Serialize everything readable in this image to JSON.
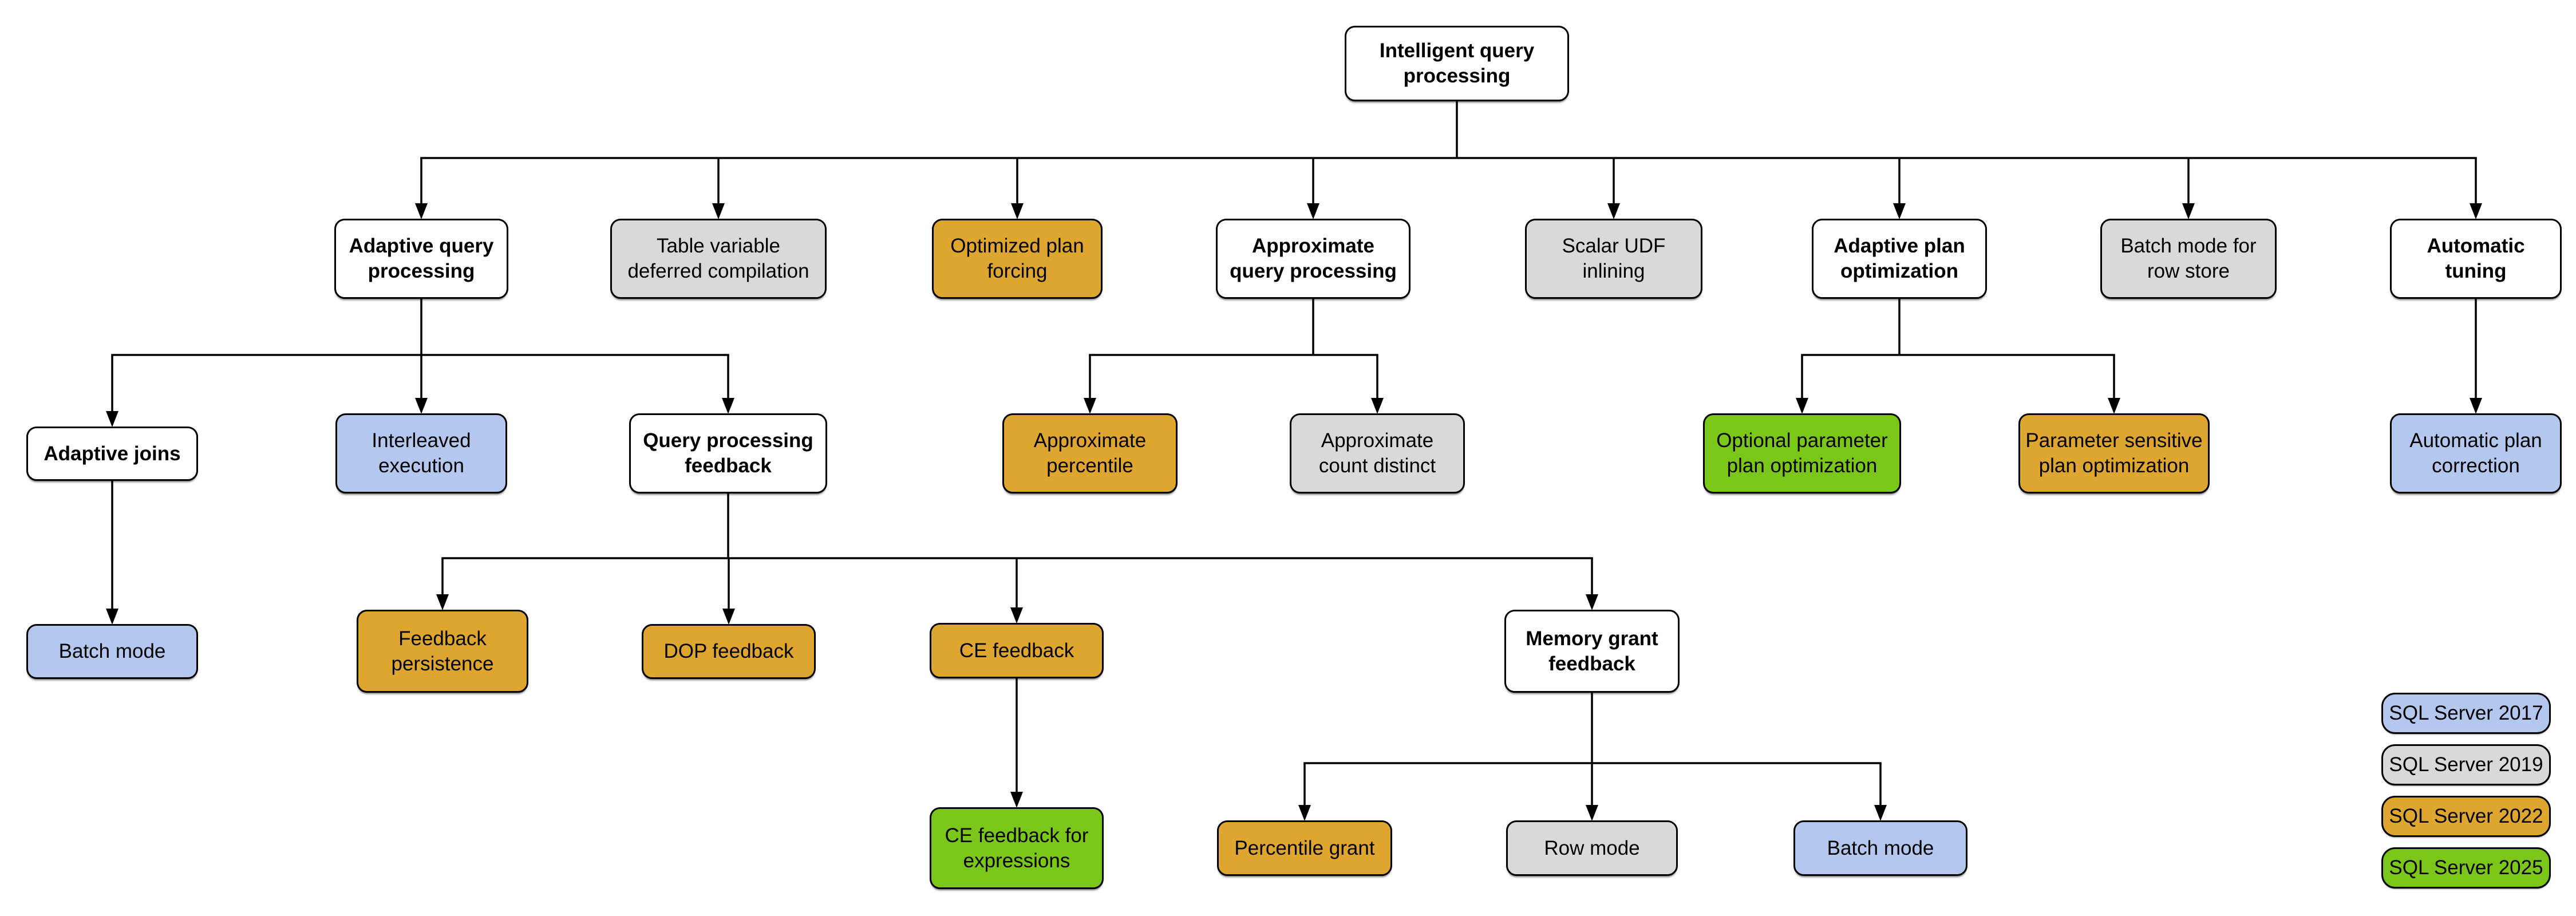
{
  "diagram": {
    "colors": {
      "parent": "#FFFFFF",
      "sql2017": "#B4C7EF",
      "sql2019": "#D9D9D9",
      "sql2022": "#DEA62F",
      "sql2025": "#7AC719",
      "line": "#000000"
    },
    "nodes": [
      {
        "id": "intelligent-query-processing",
        "label": "Intelligent query\nprocessing",
        "variant": "parent"
      },
      {
        "id": "adaptive-query-processing",
        "label": "Adaptive query\nprocessing",
        "variant": "parent"
      },
      {
        "id": "table-variable-deferred-compilation",
        "label": "Table variable\ndeferred compilation",
        "variant": "sql2019"
      },
      {
        "id": "optimized-plan-forcing",
        "label": "Optimized plan\nforcing",
        "variant": "sql2022"
      },
      {
        "id": "approximate-query-processing",
        "label": "Approximate\nquery processing",
        "variant": "parent"
      },
      {
        "id": "scalar-udf-inlining",
        "label": "Scalar UDF\ninlining",
        "variant": "sql2019"
      },
      {
        "id": "adaptive-plan-optimization",
        "label": "Adaptive plan\noptimization",
        "variant": "parent"
      },
      {
        "id": "batch-mode-for-row-store",
        "label": "Batch mode for\nrow store",
        "variant": "sql2019"
      },
      {
        "id": "automatic-tuning",
        "label": "Automatic\ntuning",
        "variant": "parent"
      },
      {
        "id": "adaptive-joins",
        "label": "Adaptive joins",
        "variant": "parent"
      },
      {
        "id": "interleaved-execution",
        "label": "Interleaved\nexecution",
        "variant": "sql2017"
      },
      {
        "id": "query-processing-feedback",
        "label": "Query processing\nfeedback",
        "variant": "parent"
      },
      {
        "id": "approximate-percentile",
        "label": "Approximate\npercentile",
        "variant": "sql2022"
      },
      {
        "id": "approximate-count-distinct",
        "label": "Approximate\ncount distinct",
        "variant": "sql2019"
      },
      {
        "id": "optional-parameter-plan-optimization",
        "label": "Optional parameter\nplan optimization",
        "variant": "sql2025"
      },
      {
        "id": "parameter-sensitive-plan-optimization",
        "label": "Parameter sensitive\nplan optimization",
        "variant": "sql2022"
      },
      {
        "id": "automatic-plan-correction",
        "label": "Automatic plan\ncorrection",
        "variant": "sql2017"
      },
      {
        "id": "batch-mode-adaptive-joins",
        "label": "Batch mode",
        "variant": "sql2017"
      },
      {
        "id": "feedback-persistence",
        "label": "Feedback\npersistence",
        "variant": "sql2022"
      },
      {
        "id": "dop-feedback",
        "label": "DOP feedback",
        "variant": "sql2022"
      },
      {
        "id": "ce-feedback",
        "label": "CE feedback",
        "variant": "sql2022"
      },
      {
        "id": "memory-grant-feedback",
        "label": "Memory grant\nfeedback",
        "variant": "parent"
      },
      {
        "id": "ce-feedback-for-expressions",
        "label": "CE feedback for\nexpressions",
        "variant": "sql2025"
      },
      {
        "id": "percentile-grant",
        "label": "Percentile grant",
        "variant": "sql2022"
      },
      {
        "id": "row-mode",
        "label": "Row mode",
        "variant": "sql2019"
      },
      {
        "id": "batch-mode-memory-grant",
        "label": "Batch mode",
        "variant": "sql2017"
      }
    ],
    "edges": [
      {
        "from": "intelligent-query-processing",
        "to": [
          "adaptive-query-processing",
          "table-variable-deferred-compilation",
          "optimized-plan-forcing",
          "approximate-query-processing",
          "scalar-udf-inlining",
          "adaptive-plan-optimization",
          "batch-mode-for-row-store",
          "automatic-tuning"
        ]
      },
      {
        "from": "adaptive-query-processing",
        "to": [
          "adaptive-joins",
          "interleaved-execution",
          "query-processing-feedback"
        ]
      },
      {
        "from": "approximate-query-processing",
        "to": [
          "approximate-percentile",
          "approximate-count-distinct"
        ]
      },
      {
        "from": "adaptive-plan-optimization",
        "to": [
          "optional-parameter-plan-optimization",
          "parameter-sensitive-plan-optimization"
        ]
      },
      {
        "from": "automatic-tuning",
        "to": [
          "automatic-plan-correction"
        ]
      },
      {
        "from": "adaptive-joins",
        "to": [
          "batch-mode-adaptive-joins"
        ]
      },
      {
        "from": "query-processing-feedback",
        "to": [
          "feedback-persistence",
          "dop-feedback",
          "ce-feedback",
          "memory-grant-feedback"
        ]
      },
      {
        "from": "ce-feedback",
        "to": [
          "ce-feedback-for-expressions"
        ]
      },
      {
        "from": "memory-grant-feedback",
        "to": [
          "percentile-grant",
          "row-mode",
          "batch-mode-memory-grant"
        ]
      }
    ],
    "legend": [
      {
        "label": "SQL Server 2017",
        "variant": "sql2017"
      },
      {
        "label": "SQL Server 2019",
        "variant": "sql2019"
      },
      {
        "label": "SQL Server 2022",
        "variant": "sql2022"
      },
      {
        "label": "SQL Server 2025",
        "variant": "sql2025"
      }
    ]
  }
}
